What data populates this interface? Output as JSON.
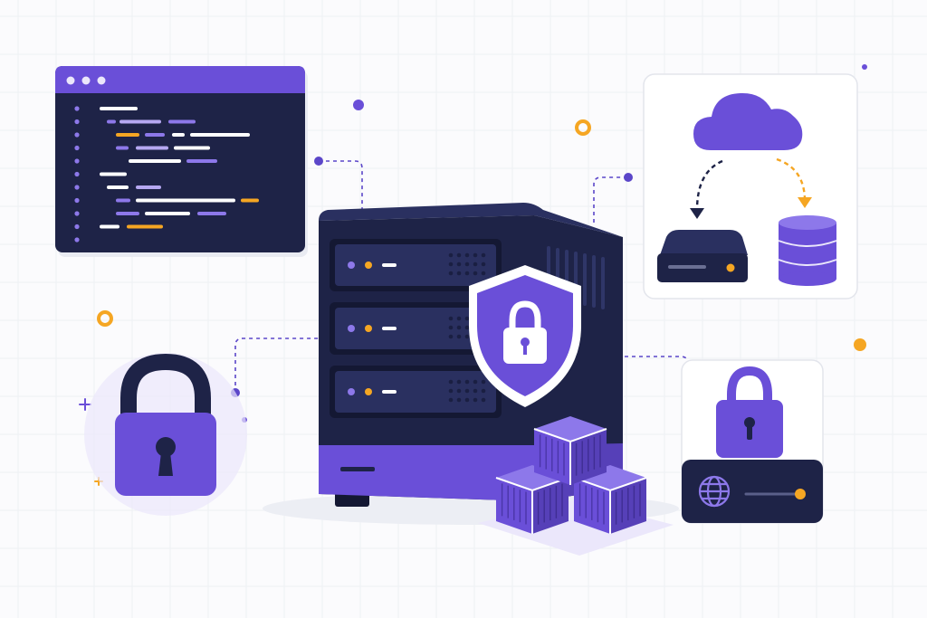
{
  "illustration": {
    "subject": "secure-server-infrastructure",
    "colors": {
      "background": "#fbfbfd",
      "grid": "#eef0f4",
      "navy": "#1e2347",
      "navy_dark": "#141833",
      "navy_mid": "#2a3060",
      "purple": "#6a4fd8",
      "purple_light": "#8d78ea",
      "purple_pale": "#ebe7fb",
      "orange": "#f5a623",
      "white": "#ffffff",
      "card_border": "#e3e5ec"
    },
    "code_window": {
      "icon": "code-editor-icon",
      "titlebar_dots": 3,
      "lines": 11
    },
    "server_rack": {
      "icon": "server-icon",
      "drive_bays": 3,
      "shield_icon": "shield-lock-icon"
    },
    "cloud_storage_card": {
      "icons": [
        "cloud-icon",
        "hard-drive-icon",
        "database-icon"
      ]
    },
    "padlock": {
      "icon": "padlock-icon"
    },
    "network_lock_card": {
      "icons": [
        "padlock-icon",
        "globe-icon"
      ]
    },
    "containers": {
      "icon": "container-stack-icon",
      "count": 3
    }
  }
}
